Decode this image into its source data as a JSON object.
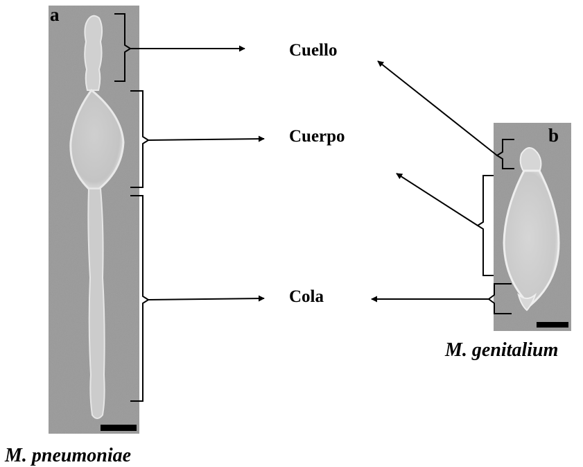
{
  "panels": {
    "a": {
      "letter": "a",
      "species": "M. pneumoniae"
    },
    "b": {
      "letter": "b",
      "species": "M. genitalium"
    }
  },
  "regions": {
    "neck": "Cuello",
    "body": "Cuerpo",
    "tail": "Cola"
  },
  "colors": {
    "micrograph_background": "#9a9a9a",
    "cell": "#d4d4d4",
    "scale_bar": "#000000"
  }
}
